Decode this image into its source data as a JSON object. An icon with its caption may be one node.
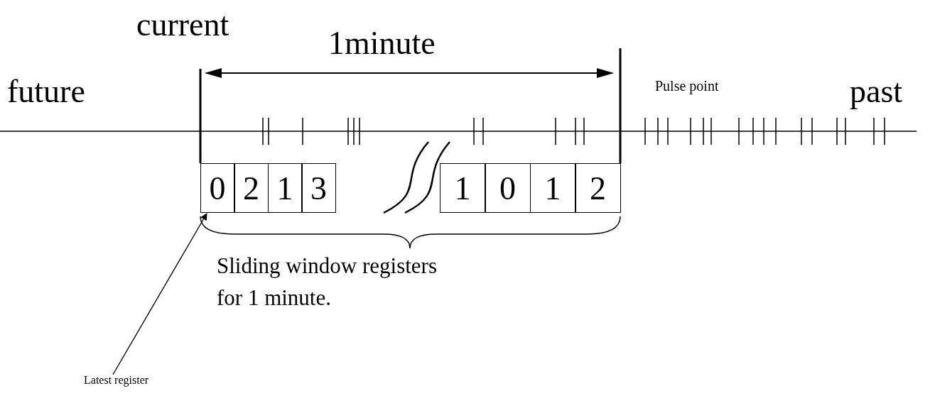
{
  "diagram": {
    "nodes": [
      {
        "text": [
          "0"
        ]
      },
      {
        "text": [
          "2"
        ]
      },
      {
        "text": [
          "1"
        ]
      },
      {
        "text": [
          "3"
        ]
      },
      {
        "text": [
          "1"
        ]
      },
      {
        "text": [
          "0"
        ]
      },
      {
        "text": [
          "1"
        ]
      },
      {
        "text": [
          "2"
        ]
      },
      {
        "text": [
          "Latest register"
        ]
      }
    ],
    "edges": [
      {
        "from": 8,
        "to": 0,
        "arrow": "to"
      }
    ],
    "labels": [
      "current",
      "1minute",
      "future",
      "Pulse point",
      "past",
      "Sliding window registers for 1 minute."
    ]
  }
}
